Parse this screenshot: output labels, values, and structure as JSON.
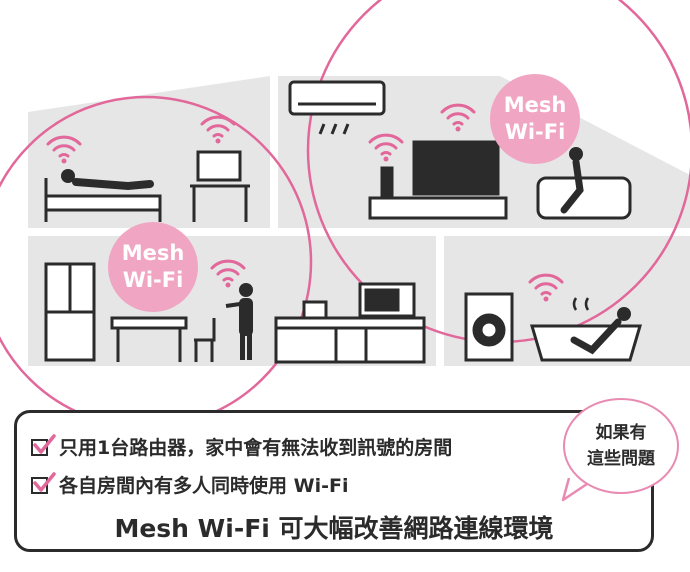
{
  "scene": {
    "mesh_badges": [
      {
        "line1": "Mesh",
        "line2": "Wi-Fi"
      },
      {
        "line1": "Mesh",
        "line2": "Wi-Fi"
      }
    ],
    "icons": [
      "wifi-icon",
      "bed-person-icon",
      "laptop-icon",
      "air-conditioner-icon",
      "tv-icon",
      "sofa-person-icon",
      "fridge-icon",
      "table-chair-icon",
      "phone-person-icon",
      "kitchen-counter-icon",
      "microwave-icon",
      "washing-machine-icon",
      "bathtub-person-icon"
    ]
  },
  "info": {
    "check_items": [
      "只用1台路由器，家中會有無法收到訊號的房間",
      "各自房間內有多人同時使用 Wi-Fi"
    ],
    "headline": "Mesh Wi-Fi 可大幅改善網路連線環境"
  },
  "bubble": {
    "line1": "如果有",
    "line2": "這些問題"
  },
  "colors": {
    "accent": "#e2679a",
    "badge": "#f0a5c3",
    "wall": "#e6e6e6",
    "ink": "#2b2b2b"
  }
}
